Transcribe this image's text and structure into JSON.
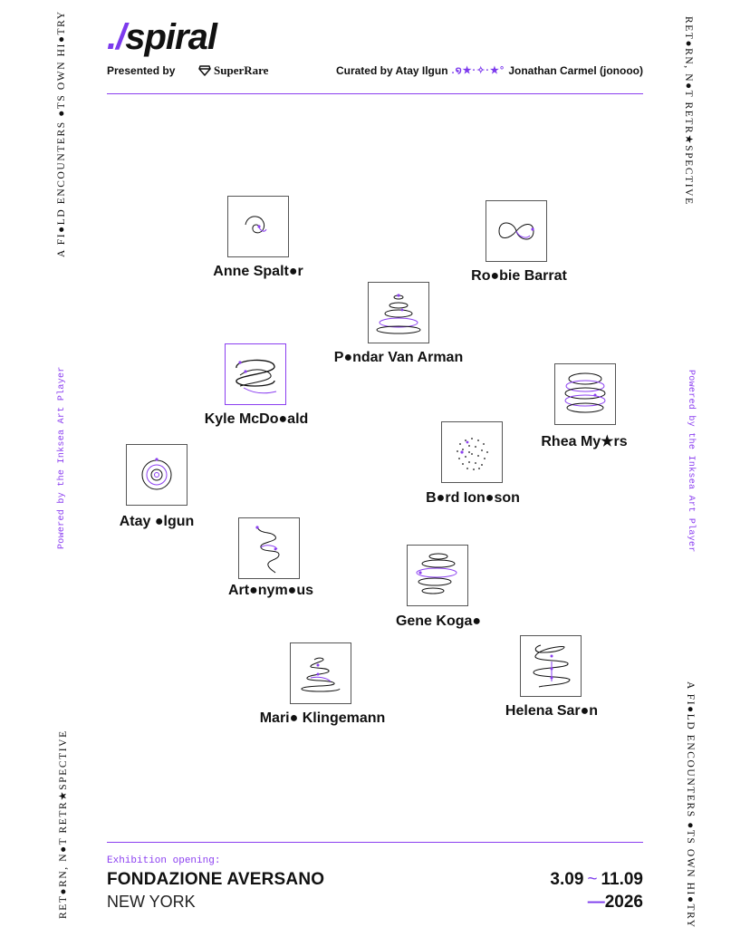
{
  "header": {
    "logo_prefix": "./",
    "logo_word": "spiral",
    "presented_by": "Presented by",
    "sponsor": "SuperRare",
    "curated_by": "Curated by Atay Ilgun",
    "curated_ornament": ".໑★·✧·★°",
    "curated_with": "Jonathan Carmel (jonooo)"
  },
  "side": {
    "left_top": "A FI●LD ENCOUNTERS ●TS OWN HI●TRY",
    "left_mid": "Powered by the Inksea Art Player",
    "left_bottom": "RET●RN, N●T RETR★SPECTIVE",
    "right_top": "RET●RN, N●T RETR★SPECTIVE",
    "right_mid": "Powered by the Inksea Art Player",
    "right_bottom": "A FI●LD ENCOUNTERS ●TS OWN HI●TRY"
  },
  "artists": [
    {
      "name": "Anne Spalt●r"
    },
    {
      "name": "Ro●bie Barrat"
    },
    {
      "name": "P●ndar Van Arman"
    },
    {
      "name": "Kyle McDo●ald"
    },
    {
      "name": "Rhea My★rs"
    },
    {
      "name": "B●rd Ion●son"
    },
    {
      "name": "Atay ●lgun"
    },
    {
      "name": "Art●nym●us"
    },
    {
      "name": "Gene Koga●"
    },
    {
      "name": "Mari● Klingemann"
    },
    {
      "name": "Helena Sar●n"
    }
  ],
  "footer": {
    "opening_label": "Exhibition opening:",
    "venue": "FONDAZIONE AVERSANO",
    "city": "NEW YORK",
    "date_start": "3.09",
    "date_sep": "~",
    "date_end": "11.09",
    "year_dash": "—",
    "year": "2026"
  },
  "colors": {
    "accent": "#8b3ff0",
    "text": "#111111",
    "background": "#ffffff"
  },
  "icons": {
    "sponsor": "superrare-diamond-icon"
  }
}
